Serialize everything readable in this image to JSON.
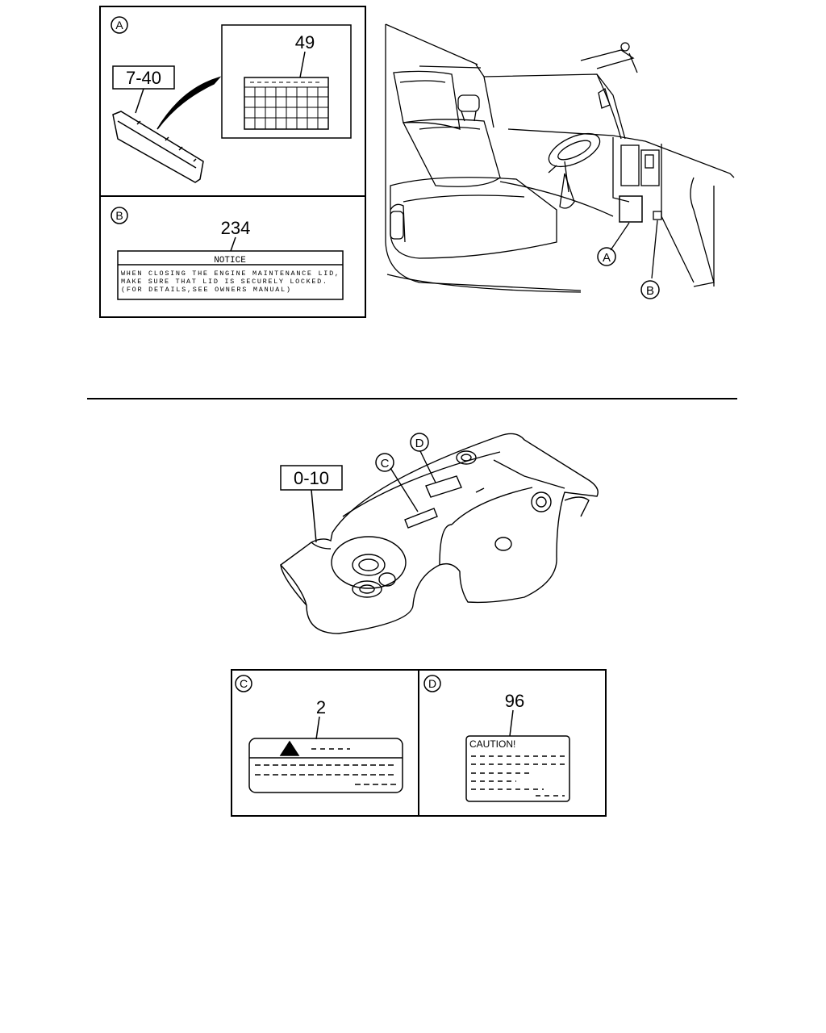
{
  "callouts": {
    "a": "A",
    "b": "B",
    "c": "C",
    "d": "D"
  },
  "section_refs": {
    "top": "7-40",
    "bottom": "0-10"
  },
  "part_numbers": {
    "a_label": "49",
    "b_label": "234",
    "c_label": "2",
    "d_label": "96"
  },
  "notice_label": {
    "heading": "NOTICE",
    "line1": "WHEN CLOSING THE ENGINE MAINTENANCE LID,",
    "line2": "MAKE SURE THAT LID IS SECURELY LOCKED.",
    "line3": "(FOR DETAILS,SEE OWNERS MANUAL)"
  },
  "caution_label": {
    "heading": "CAUTION!"
  }
}
